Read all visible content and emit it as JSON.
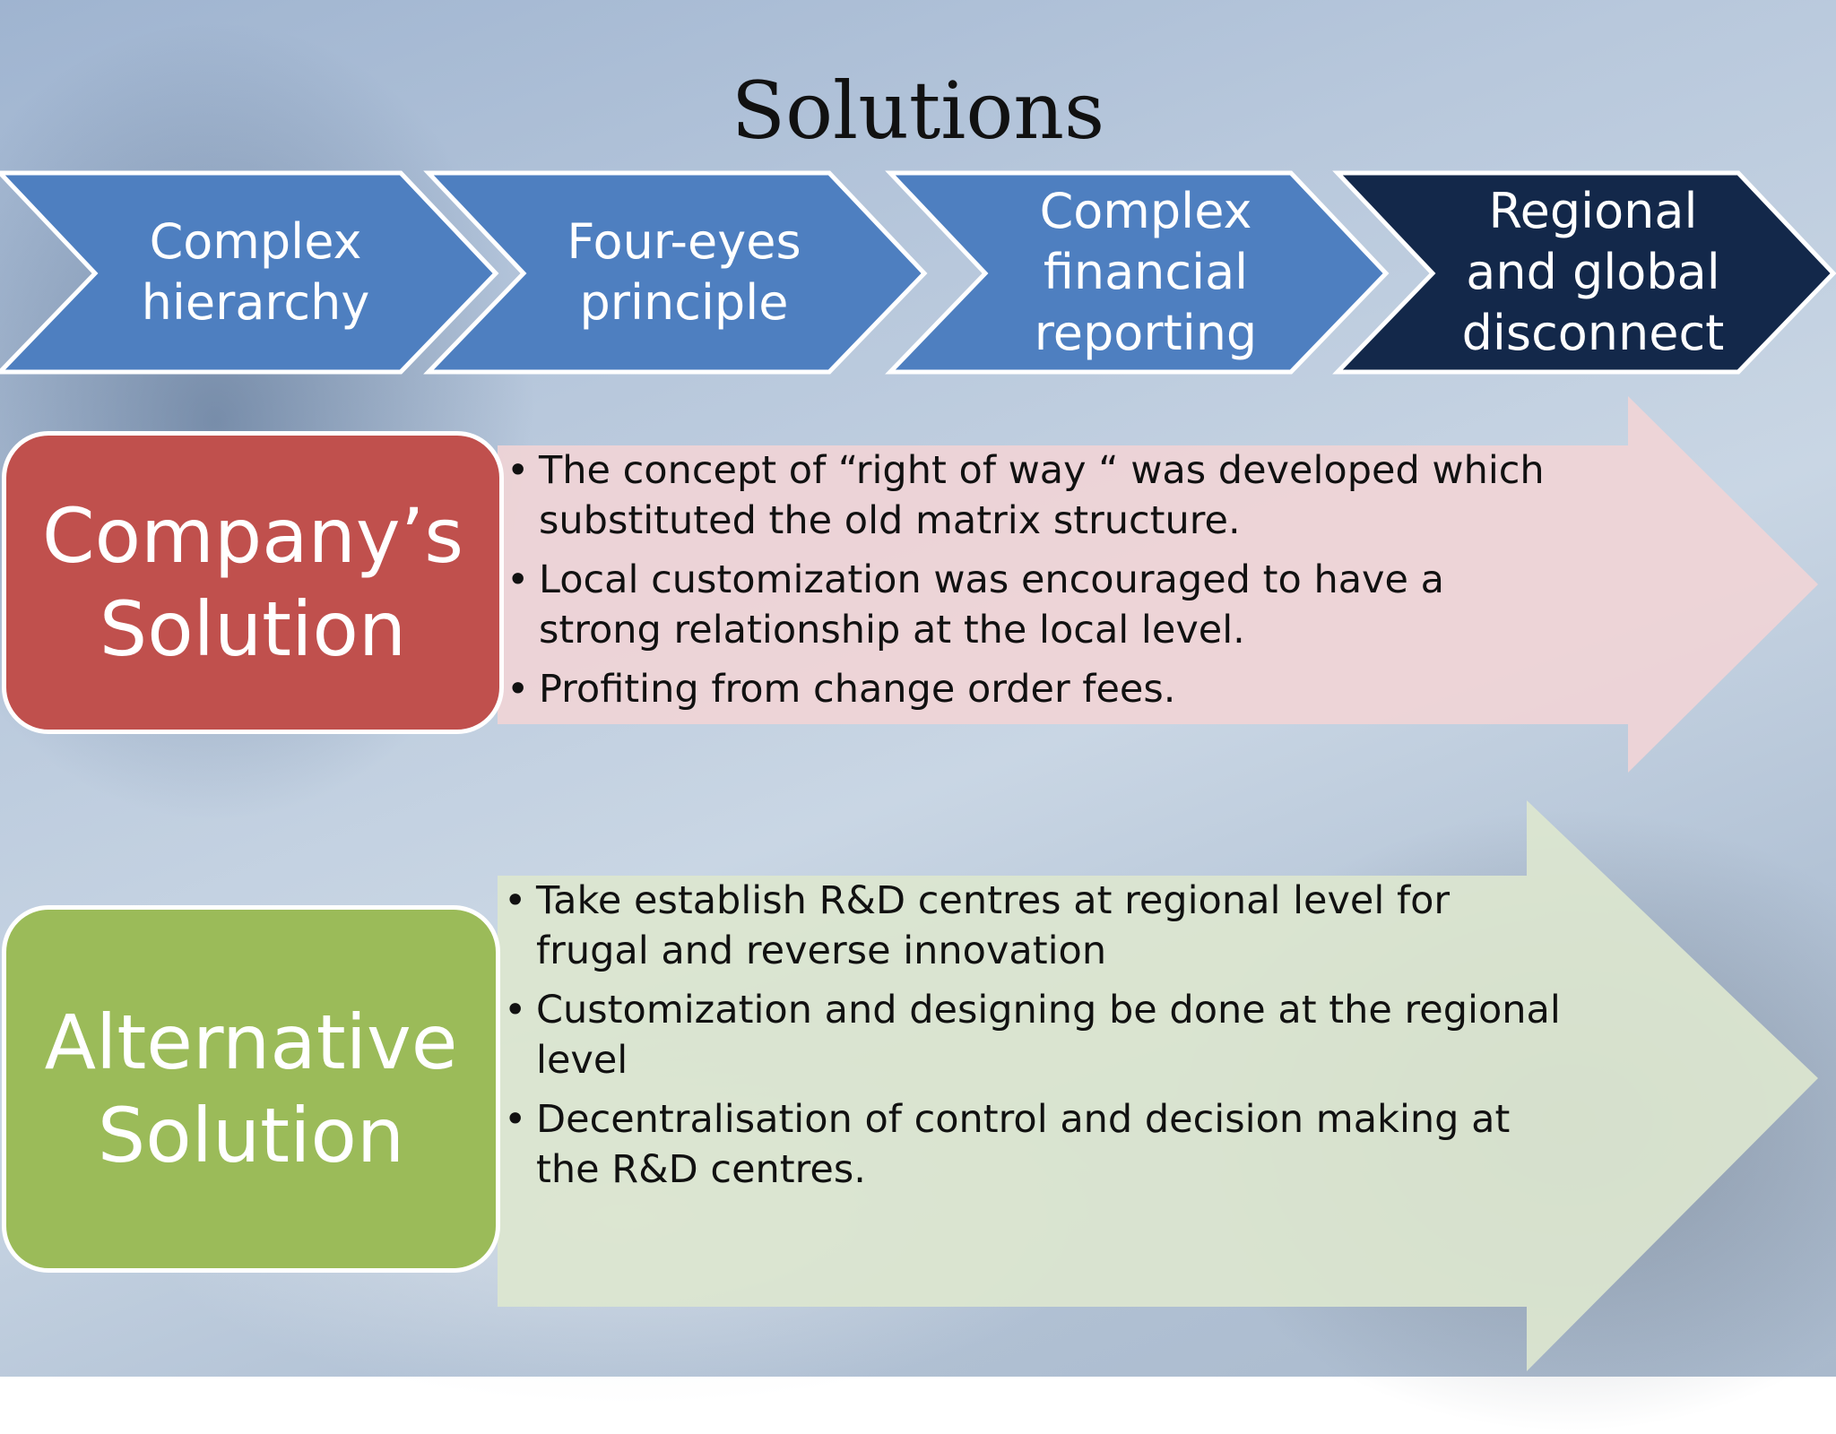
{
  "slide": {
    "title": "Solutions"
  },
  "process_steps": [
    {
      "label": "Complex\nhierarchy"
    },
    {
      "label": "Four-eyes\nprinciple"
    },
    {
      "label": "Complex\nfinancial\nreporting"
    },
    {
      "label": "Regional\nand global\ndisconnect"
    }
  ],
  "company_solution": {
    "heading": "Company’s\nSolution",
    "points": [
      "The concept of “right of way “ was developed which substituted the old matrix structure.",
      "Local customization was encouraged to have a strong relationship at the local level.",
      "Profiting from change order fees."
    ]
  },
  "alternative_solution": {
    "heading": "Alternative\nSolution",
    "points": [
      "Take establish R&D centres at regional level for frugal and reverse innovation",
      "Customization and designing be done at the regional level",
      "Decentralisation of control and decision making at the R&D centres."
    ]
  },
  "colors": {
    "chevron_blue": "#4e7fc0",
    "chevron_dark": "#13284a",
    "company_red": "#c0504d",
    "alternative_green": "#9bbb59",
    "arrow_pink": "#f0d4d6",
    "arrow_green": "#dce6cf"
  }
}
